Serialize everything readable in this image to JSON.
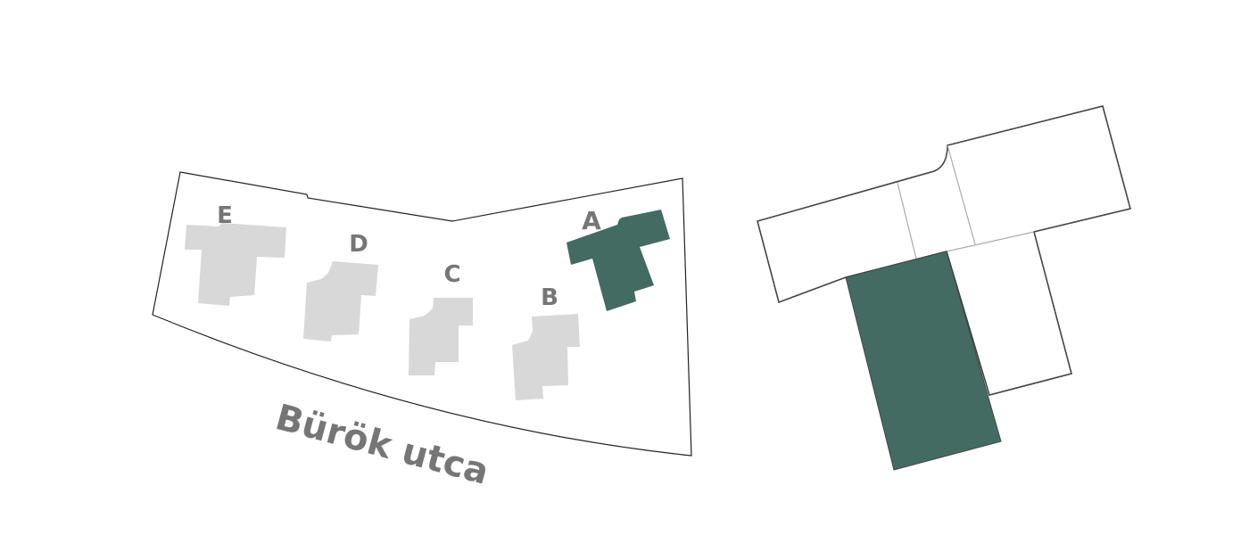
{
  "site_plan": {
    "street_name": "Bürök utca",
    "buildings": [
      {
        "label": "A",
        "selected": true
      },
      {
        "label": "B",
        "selected": false
      },
      {
        "label": "C",
        "selected": false
      },
      {
        "label": "D",
        "selected": false
      },
      {
        "label": "E",
        "selected": false
      }
    ]
  },
  "colors": {
    "selected": "#436b62",
    "unselected": "#d8d8d8",
    "label": "#767676",
    "outline": "#333333"
  }
}
